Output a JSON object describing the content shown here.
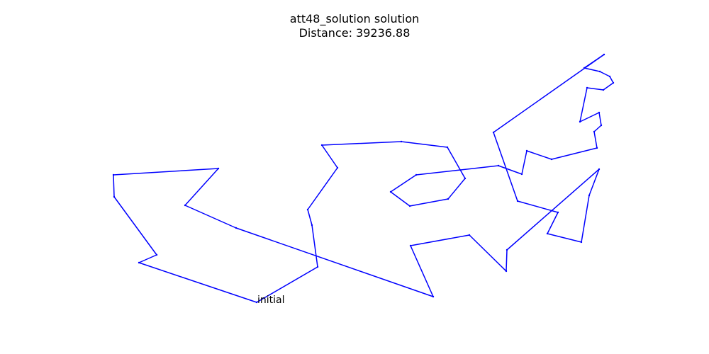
{
  "chart_data": {
    "type": "line",
    "title": "att48_solution solution",
    "subtitle": "Distance: 39236.88",
    "start_label": "initial",
    "axes_visible": false,
    "grid": false,
    "xlim": [
      105,
      895
    ],
    "ylim": [
      65,
      445
    ],
    "line_color": "#0000ff",
    "x": [
      362,
      448,
      440,
      434,
      476,
      454,
      566,
      631,
      656,
      632,
      578,
      551,
      587,
      703,
      736,
      743,
      778,
      842,
      838,
      848,
      845,
      818,
      828,
      851,
      865,
      860,
      846,
      824,
      852,
      696,
      730,
      787,
      772,
      820,
      831,
      845,
      715,
      714,
      662,
      579,
      611,
      333,
      261,
      308,
      160,
      161,
      221,
      196,
      362
    ],
    "y": [
      427,
      377,
      318,
      296,
      237,
      205,
      200,
      208,
      252,
      281,
      291,
      271,
      247,
      234,
      246,
      213,
      225,
      209,
      186,
      177,
      159,
      172,
      124,
      127,
      117,
      108,
      101,
      96,
      77,
      187,
      284,
      300,
      330,
      342,
      276,
      239,
      353,
      383,
      332,
      347,
      419,
      322,
      290,
      238,
      247,
      278,
      360,
      371,
      427
    ]
  }
}
